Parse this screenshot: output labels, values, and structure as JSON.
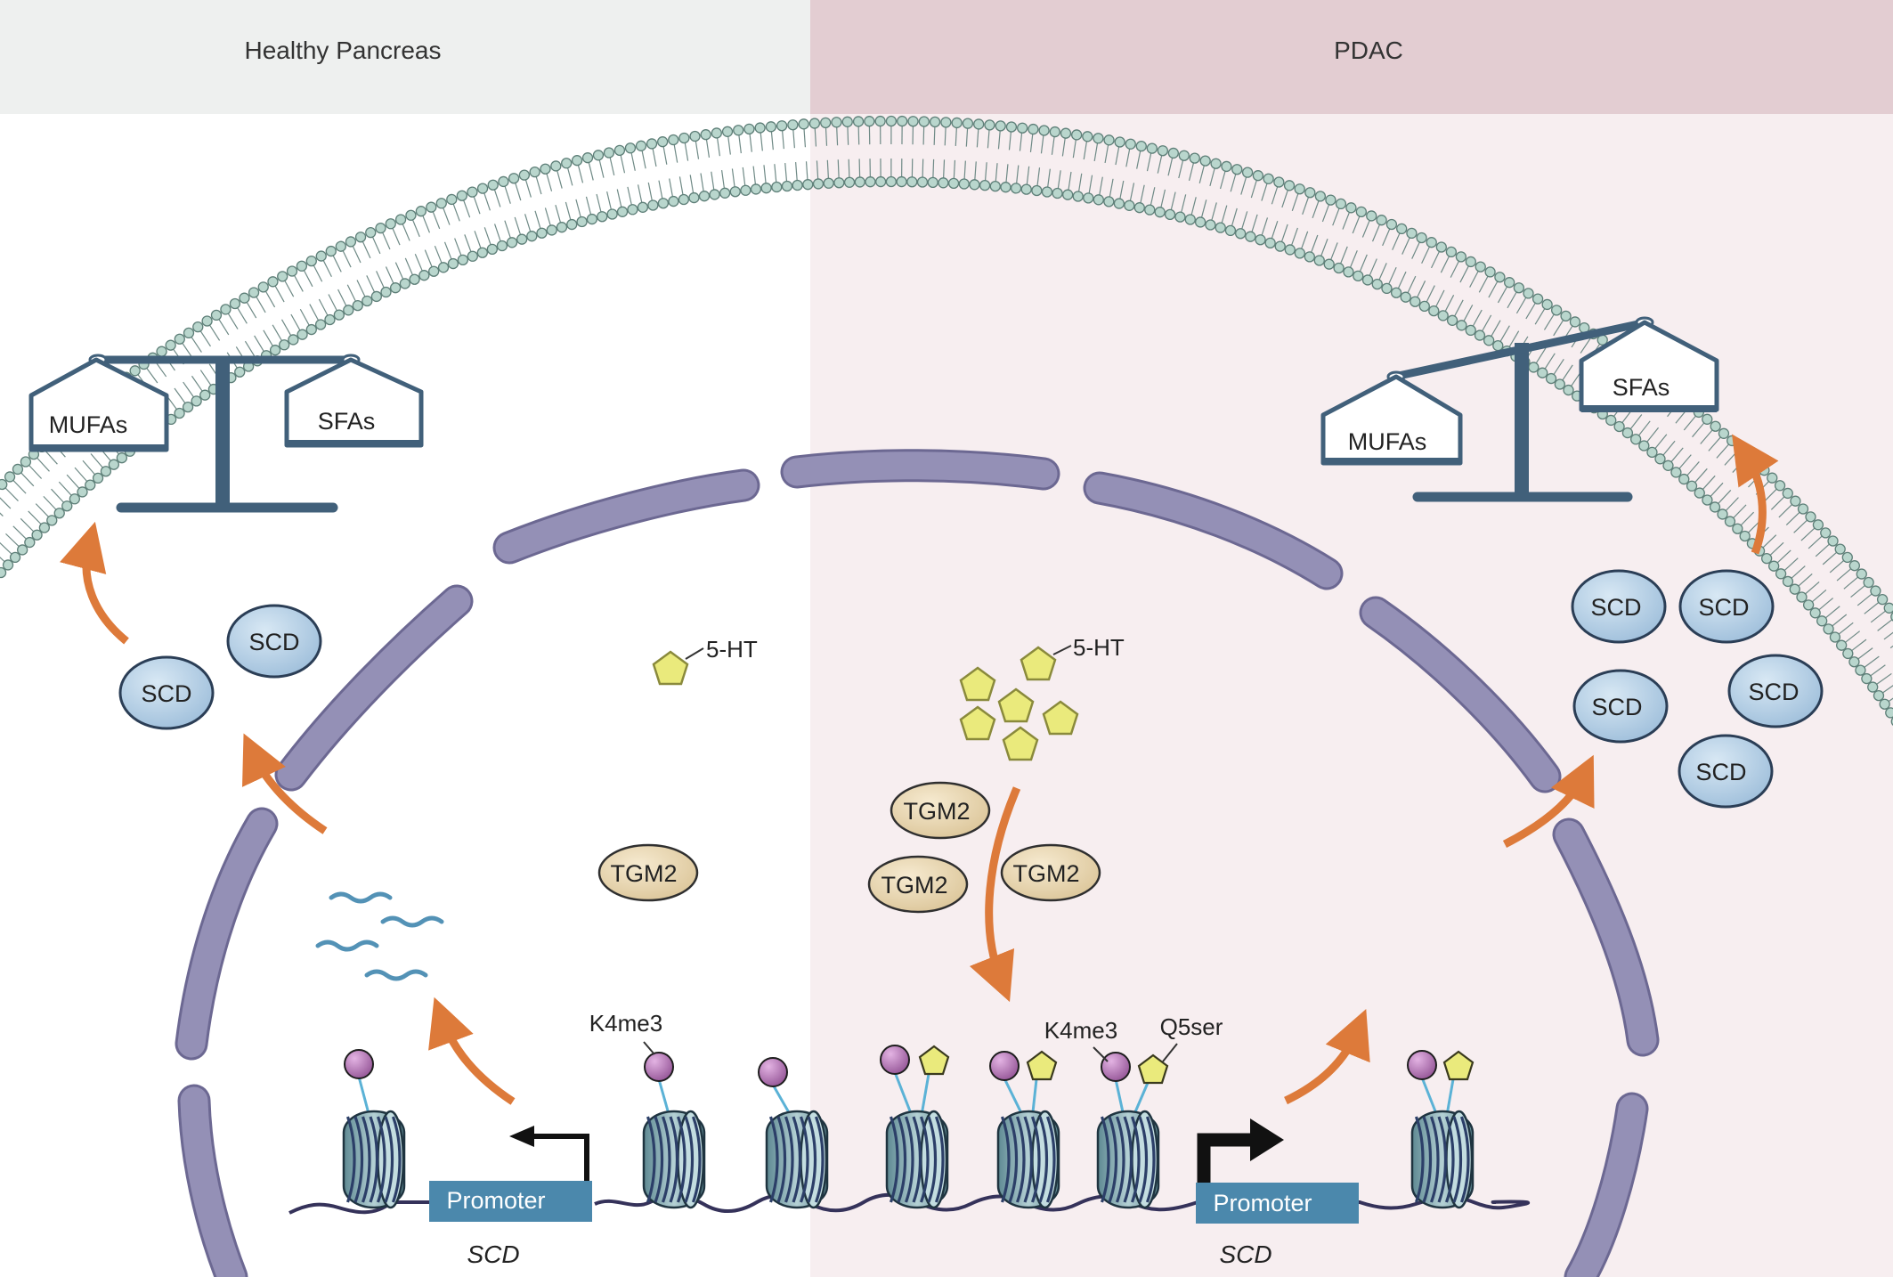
{
  "headers": {
    "left_title": "Healthy Pancreas",
    "right_title": "PDAC"
  },
  "colors": {
    "left_header_bg": "#eef0ef",
    "right_header_bg": "#e3cdd2",
    "right_panel_bg": "#f7eef0",
    "envelope": "#9490b6",
    "envelope_edge": "#6c6892",
    "scale": "#41607a",
    "scd_fill": "#bad3e7",
    "scd_edge": "#2b3e56",
    "tgm2_fill": "#eddcb9",
    "serotonin": "#eaea7c",
    "serotonin_edge": "#8a8a3c",
    "arrow": "#dd7a3a",
    "promoter": "#4b88ac",
    "methyl": "#b47bb4",
    "mrna": "#5392b6",
    "nucleosome": "#7fa7ad",
    "dna": "#35325a"
  },
  "left": {
    "scale": {
      "left_pan": "MUFAs",
      "right_pan": "SFAs",
      "tilt": "balanced"
    },
    "scd": [
      "SCD",
      "SCD"
    ],
    "serotonin_label": "5-HT",
    "tgm2": [
      "TGM2"
    ],
    "k4me3_label": "K4me3",
    "promoter_label": "Promoter",
    "gene_label": "SCD"
  },
  "right": {
    "scale": {
      "left_pan": "MUFAs",
      "right_pan": "SFAs",
      "tilt": "MUFAs heavier"
    },
    "scd": [
      "SCD",
      "SCD",
      "SCD",
      "SCD",
      "SCD"
    ],
    "serotonin_label": "5-HT",
    "tgm2": [
      "TGM2",
      "TGM2",
      "TGM2"
    ],
    "k4me3_label": "K4me3",
    "q5ser_label": "Q5ser",
    "promoter_label": "Promoter",
    "gene_label": "SCD"
  }
}
